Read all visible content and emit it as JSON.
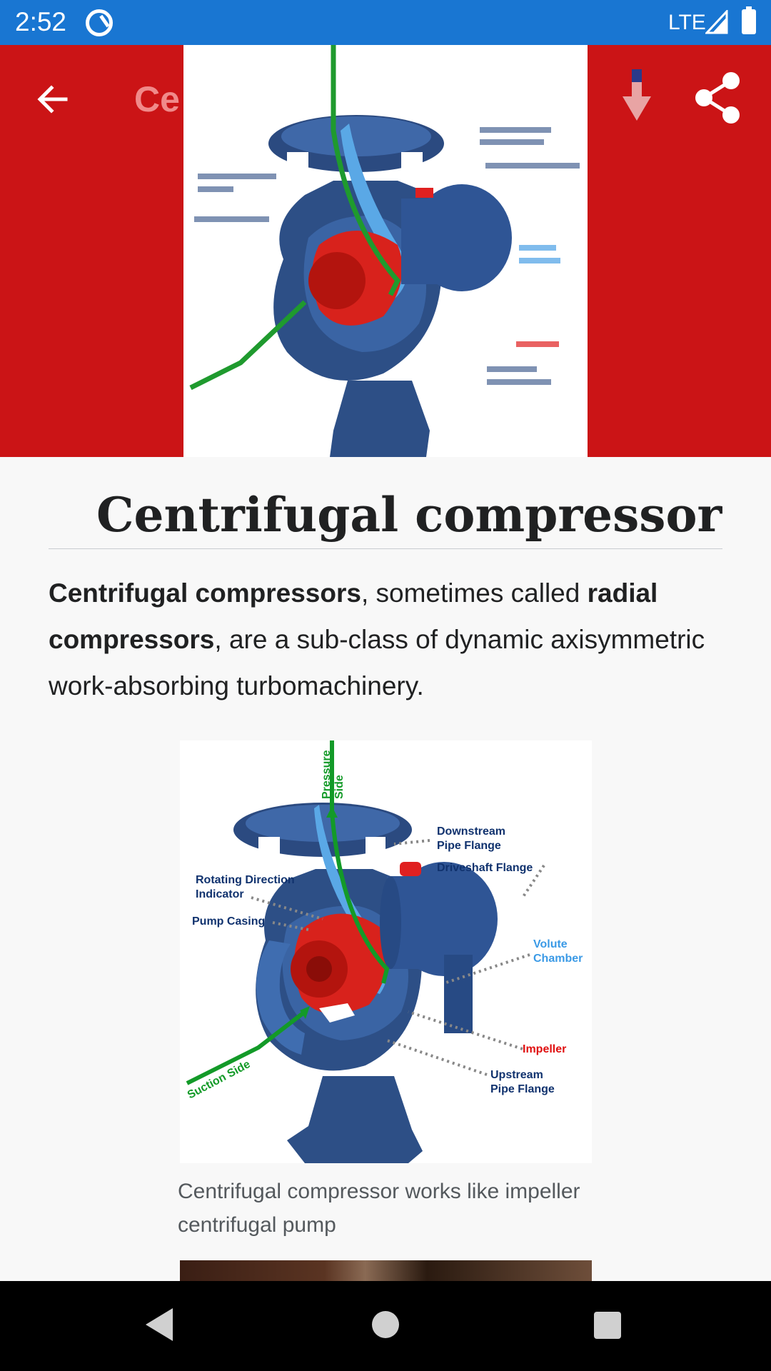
{
  "status_bar": {
    "time": "2:52",
    "network": "LTE",
    "color": "#1976d2"
  },
  "toolbar": {
    "title": "Ce",
    "color": "#cb1416",
    "icons": [
      "back-arrow-icon",
      "download-icon",
      "share-icon"
    ]
  },
  "article": {
    "title": "Centrifugal compressor",
    "lead": {
      "bold1": "Centrifugal compressors",
      "text1": ", sometimes called ",
      "bold2": "radial compressors",
      "text2": ", are a sub-class of dynamic axisymmetric work-absorbing turbomachinery."
    },
    "figure": {
      "labels": {
        "pressure": "Pressure",
        "side": "Side",
        "downstream1": "Downstream",
        "downstream2": "Pipe Flange",
        "driveshaft": "Driveshaft Flange",
        "rotating1": "Rotating Direction",
        "rotating2": "Indicator",
        "casing": "Pump Casing",
        "volute1": "Volute",
        "volute2": "Chamber",
        "impeller": "Impeller",
        "upstream1": "Upstream",
        "upstream2": "Pipe Flange",
        "suction": "Suction Side"
      },
      "caption": "Centrifugal compressor works like impeller centrifugal pump"
    }
  },
  "nav_bar": {
    "icons": [
      "nav-back-icon",
      "nav-home-icon",
      "nav-recents-icon"
    ]
  }
}
